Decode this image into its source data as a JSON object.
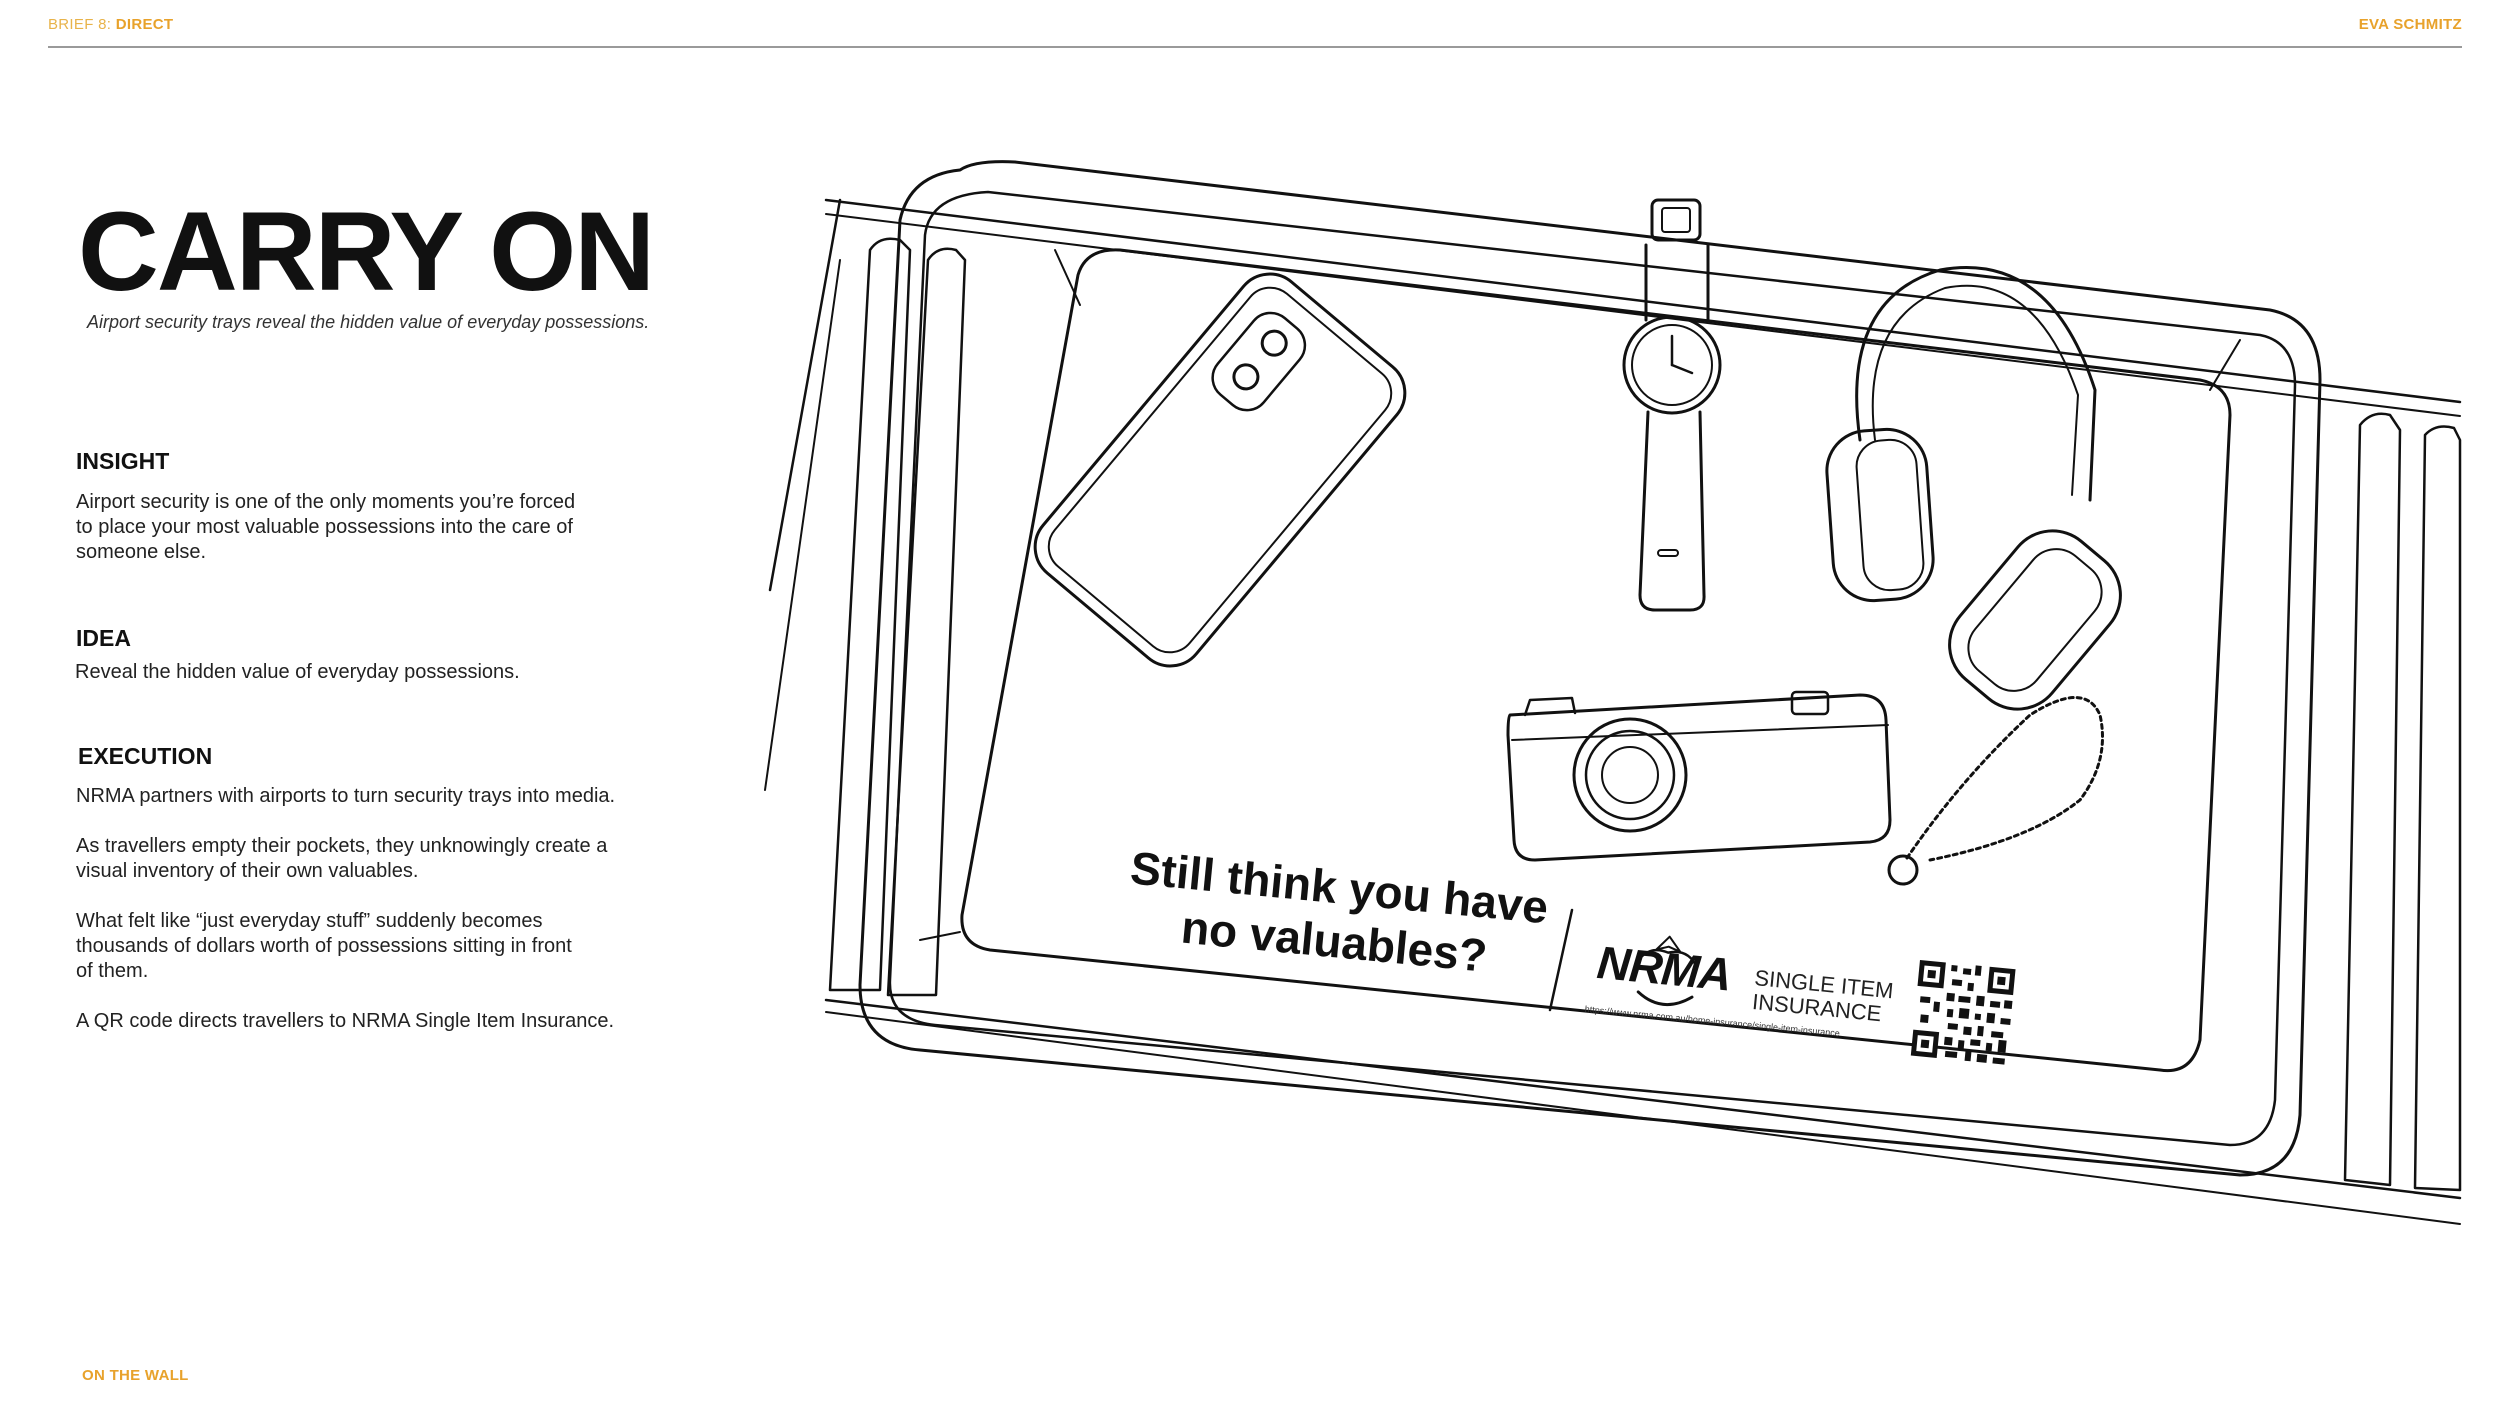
{
  "header": {
    "brief_prefix": "BRIEF 8:",
    "brief_name": "DIRECT",
    "author": "EVA SCHMITZ"
  },
  "title": "CARRY ON",
  "tagline": "Airport security trays reveal the hidden value of everyday possessions.",
  "sections": {
    "insight": {
      "heading": "INSIGHT",
      "lines": [
        "Airport security is one of the only moments you’re forced",
        "to place your most valuable possessions into the care of",
        "someone else."
      ]
    },
    "idea": {
      "heading": "IDEA",
      "lines": [
        "Reveal the hidden value of everyday possessions."
      ]
    },
    "execution": {
      "heading": "EXECUTION",
      "p1": [
        "NRMA partners with airports to turn security trays into media."
      ],
      "p2": [
        "As travellers empty their pockets, they unknowingly create a",
        "visual inventory of their own valuables."
      ],
      "p3": [
        "What felt like “just everyday stuff” suddenly becomes",
        "thousands of dollars worth of possessions sitting in front",
        "of them."
      ],
      "p4": [
        "A QR code directs travellers to NRMA Single Item Insurance."
      ]
    }
  },
  "tray": {
    "headline_line1": "Still think you have",
    "headline_line2": "no valuables?",
    "brand": "NRMA",
    "product_line1": "SINGLE ITEM",
    "product_line2": "INSURANCE",
    "url": "https://www.nrma.com.au/home-insurance/single-item-insurance",
    "items": [
      "phone-icon",
      "watch-icon",
      "headphones-icon",
      "camera-icon",
      "bracelet-icon",
      "qr-code-icon"
    ]
  },
  "footer": {
    "label": "ON THE WALL"
  },
  "colors": {
    "accent": "#e8a22b",
    "text": "#111111",
    "rule": "#9a9a9a"
  }
}
